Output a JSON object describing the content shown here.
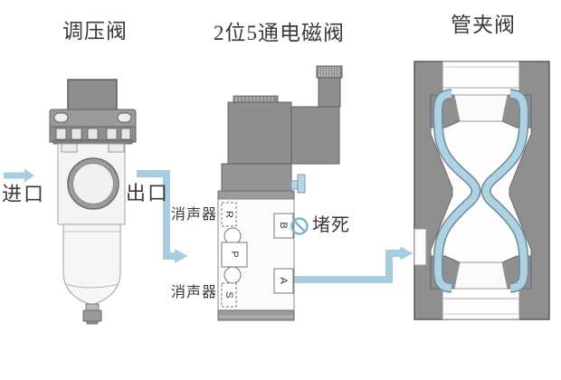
{
  "titles": {
    "regulator": "调压阀",
    "solenoid_valve": "2位5通电磁阀",
    "pinch_valve": "管夹阀"
  },
  "flow_labels": {
    "inlet": "进口",
    "outlet": "出口"
  },
  "solenoid": {
    "muffler_top": "消声器",
    "muffler_bottom": "消声器",
    "blocked": "堵死",
    "ports": {
      "R": "R",
      "P": "P",
      "S": "S",
      "B": "B",
      "A": "A"
    }
  },
  "icons": {
    "inlet_arrow": "right-arrow-icon",
    "outlet_arrow": "elbow-arrow-icon",
    "to_pinch_valve_arrow": "elbow-arrow-icon",
    "blocked_icon": "no-entry-icon"
  },
  "colors": {
    "flow_blue": "#a7cede",
    "sleeve_blue": "#abd3e2",
    "blocked_blue": "#7cb4d6",
    "component_gray": "#8e8e8e"
  }
}
